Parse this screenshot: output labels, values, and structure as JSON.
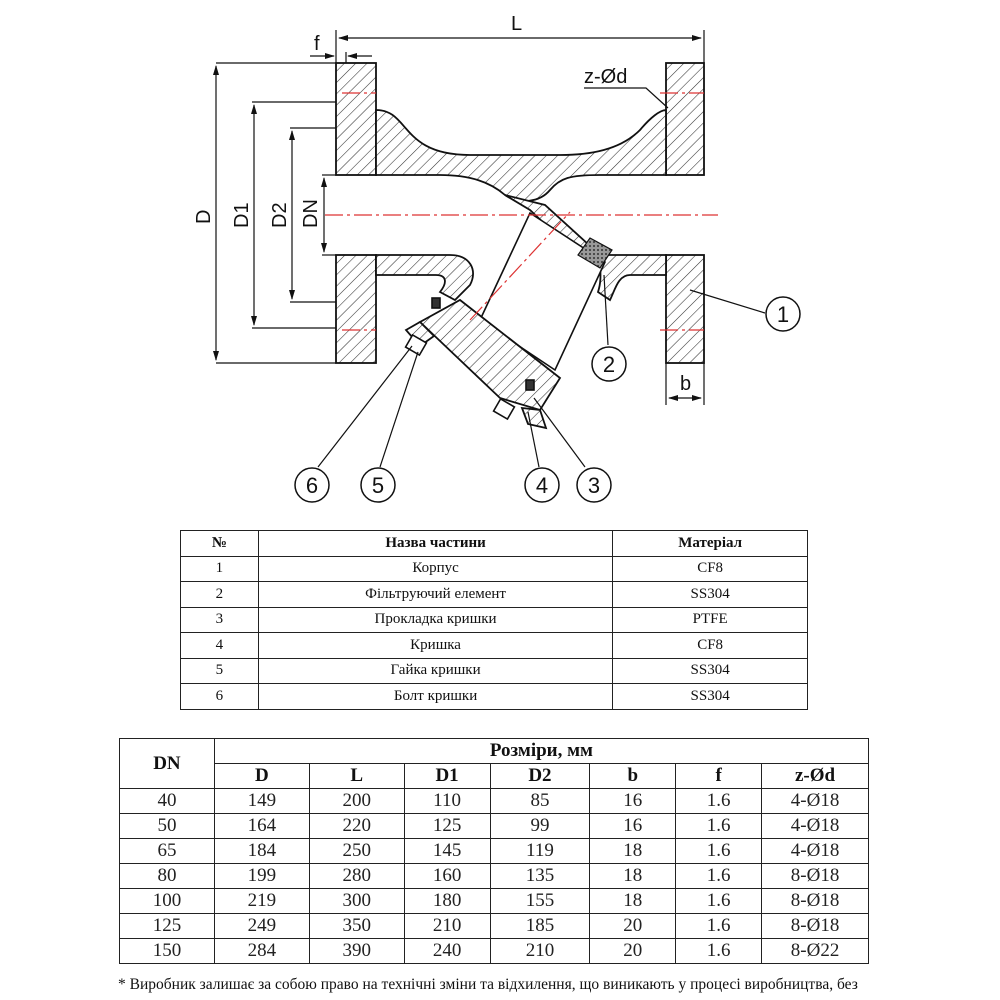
{
  "drawing": {
    "dimensions": {
      "L": "L",
      "f": "f",
      "zd": "z-Ød",
      "D": "D",
      "D1": "D1",
      "D2": "D2",
      "DN": "DN",
      "b": "b"
    },
    "callouts": [
      "1",
      "2",
      "3",
      "4",
      "5",
      "6"
    ]
  },
  "parts_table": {
    "headers": {
      "num": "№",
      "name": "Назва частини",
      "material": "Матеріал"
    },
    "rows": [
      {
        "num": "1",
        "name": "Корпус",
        "material": "CF8"
      },
      {
        "num": "2",
        "name": "Фільтруючий елемент",
        "material": "SS304"
      },
      {
        "num": "3",
        "name": "Прокладка кришки",
        "material": "PTFE"
      },
      {
        "num": "4",
        "name": "Кришка",
        "material": "CF8"
      },
      {
        "num": "5",
        "name": "Гайка кришки",
        "material": "SS304"
      },
      {
        "num": "6",
        "name": "Болт кришки",
        "material": "SS304"
      }
    ]
  },
  "sizes_table": {
    "dn_header": "DN",
    "group_header": "Розміри, мм",
    "columns": [
      "D",
      "L",
      "D1",
      "D2",
      "b",
      "f",
      "z-Ød"
    ],
    "rows": [
      {
        "dn": "40",
        "D": "149",
        "L": "200",
        "D1": "110",
        "D2": "85",
        "b": "16",
        "f": "1.6",
        "zd": "4-Ø18"
      },
      {
        "dn": "50",
        "D": "164",
        "L": "220",
        "D1": "125",
        "D2": "99",
        "b": "16",
        "f": "1.6",
        "zd": "4-Ø18"
      },
      {
        "dn": "65",
        "D": "184",
        "L": "250",
        "D1": "145",
        "D2": "119",
        "b": "18",
        "f": "1.6",
        "zd": "4-Ø18"
      },
      {
        "dn": "80",
        "D": "199",
        "L": "280",
        "D1": "160",
        "D2": "135",
        "b": "18",
        "f": "1.6",
        "zd": "8-Ø18"
      },
      {
        "dn": "100",
        "D": "219",
        "L": "300",
        "D1": "180",
        "D2": "155",
        "b": "18",
        "f": "1.6",
        "zd": "8-Ø18"
      },
      {
        "dn": "125",
        "D": "249",
        "L": "350",
        "D1": "210",
        "D2": "185",
        "b": "20",
        "f": "1.6",
        "zd": "8-Ø18"
      },
      {
        "dn": "150",
        "D": "284",
        "L": "390",
        "D1": "240",
        "D2": "210",
        "b": "20",
        "f": "1.6",
        "zd": "8-Ø22"
      }
    ]
  },
  "footnote": "* Виробник залишає за собою право на технічні зміни та відхилення, що виникають у процесі виробництва, без"
}
